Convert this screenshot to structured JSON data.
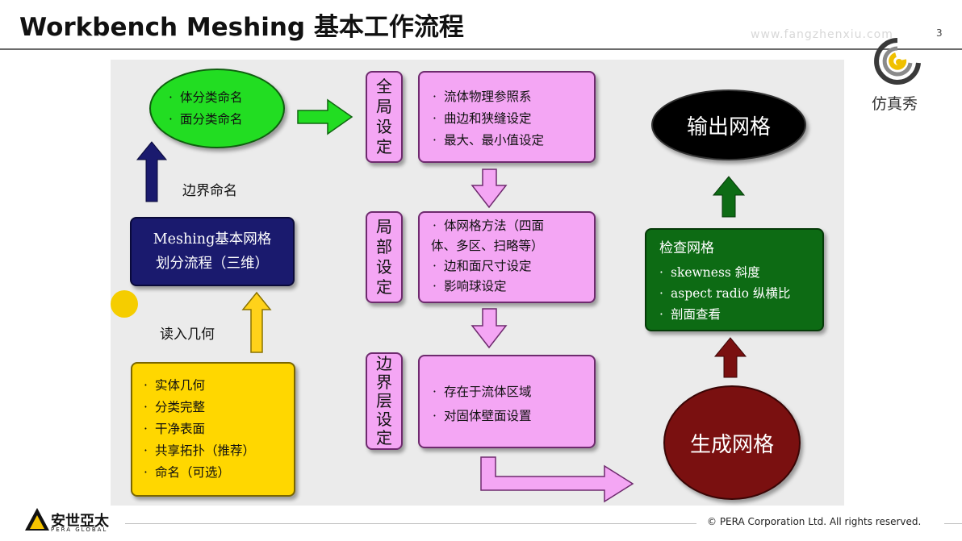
{
  "slide": {
    "title": "Workbench Meshing 基本工作流程",
    "page_number": "3",
    "watermark_text": "www.fangzhenxiu.com",
    "brand_name": "仿真秀",
    "copyright": "© PERA Corporation Ltd. All rights reserved.",
    "logo_cn": "安世亞太",
    "logo_en": "PERA GLOBAL"
  },
  "colors": {
    "green_ellipse": "#22dd22",
    "navy_box": "#1a1a6e",
    "yellow_box": "#ffd700",
    "pink_box": "#f4a6f4",
    "dark_green_box": "#0d6b14",
    "dark_red_ellipse": "#7a1010",
    "black_ellipse": "#000000",
    "yellow_dot": "#f5cd00"
  },
  "diagram": {
    "green_ellipse": [
      "体分类命名",
      "面分类命名"
    ],
    "boundary_naming": "边界命名",
    "meshing_box": [
      "Meshing基本网格",
      "划分流程（三维）"
    ],
    "read_geometry": "读入几何",
    "geometry_box": [
      "实体几何",
      "分类完整",
      "干净表面",
      "共享拓扑（推荐）",
      "命名（可选）"
    ],
    "global_label": [
      "全",
      "局",
      "设",
      "定"
    ],
    "global_items": [
      "流体物理参照系",
      "曲边和狭缝设定",
      "最大、最小值设定"
    ],
    "local_label": [
      "局",
      "部",
      "设",
      "定"
    ],
    "local_items": [
      "体网格方法（四面",
      "体、多区、扫略等）",
      "边和面尺寸设定",
      "影响球设定"
    ],
    "local_bullets": [
      true,
      false,
      true,
      true
    ],
    "inflation_label": [
      "边",
      "界",
      "层",
      "设",
      "定"
    ],
    "inflation_items": [
      "存在于流体区域",
      "对固体壁面设置"
    ],
    "output_mesh": "输出网格",
    "check_title": "检查网格",
    "check_items": [
      "skewness 斜度",
      "aspect radio 纵横比",
      "剖面查看"
    ],
    "generate_mesh": "生成网格",
    "bullet": "·"
  }
}
